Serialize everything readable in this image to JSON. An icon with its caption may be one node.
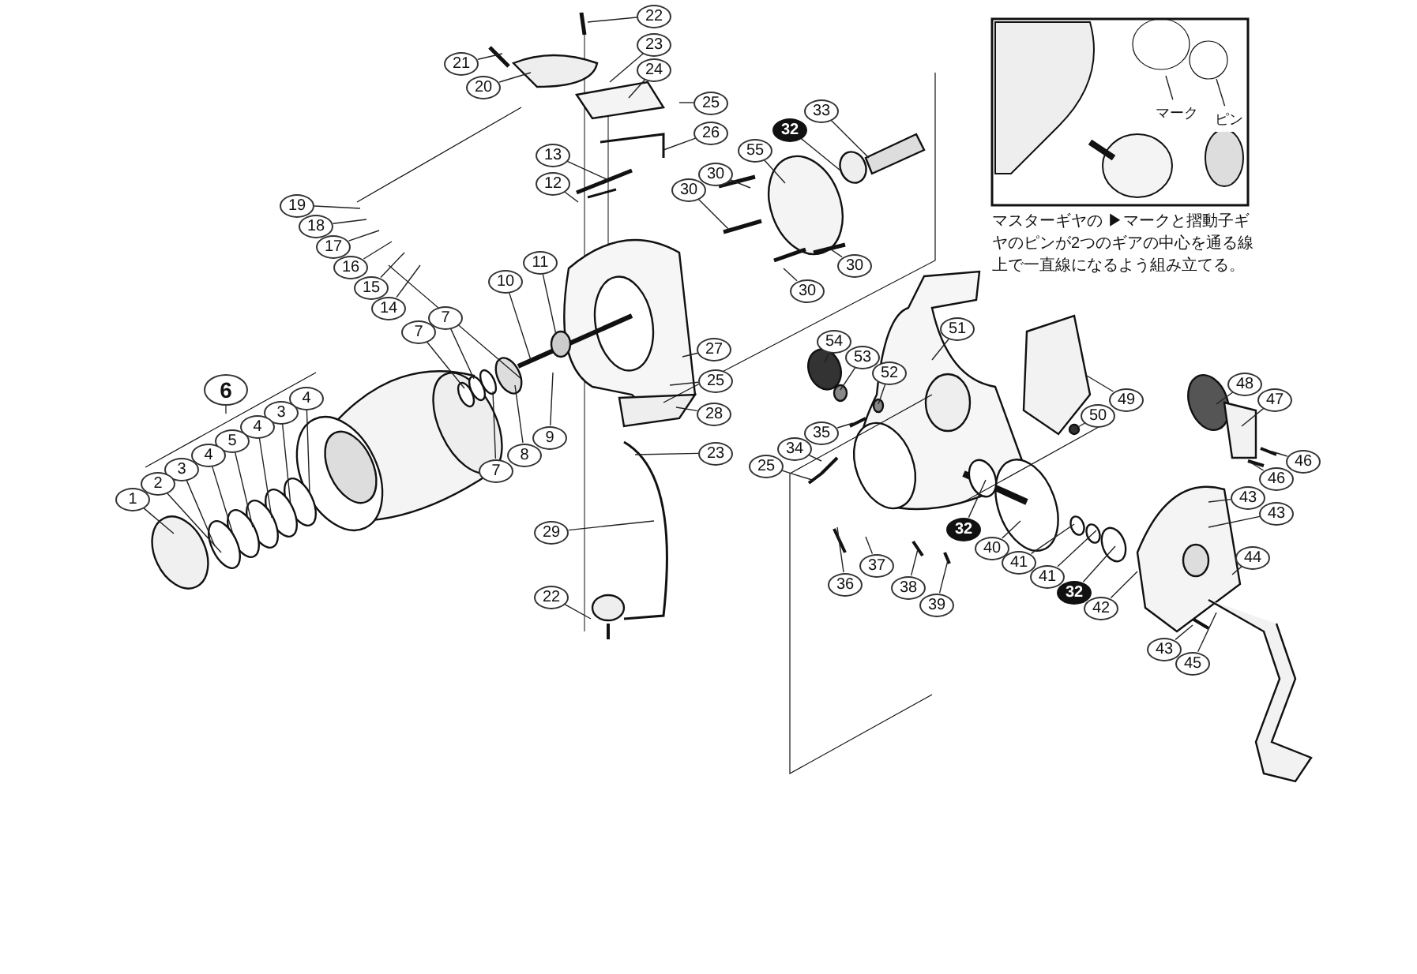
{
  "diagram": {
    "nodes": [
      {
        "text": [
          "22"
        ]
      },
      {
        "text": [
          "21"
        ]
      },
      {
        "text": [
          "23"
        ]
      },
      {
        "text": [
          "24"
        ]
      },
      {
        "text": [
          "20"
        ]
      },
      {
        "text": [
          "25"
        ]
      },
      {
        "text": [
          "26"
        ]
      },
      {
        "text": [
          "33"
        ]
      },
      {
        "text": [
          "32"
        ]
      },
      {
        "text": [
          "55"
        ]
      },
      {
        "text": [
          "13"
        ]
      },
      {
        "text": [
          "30"
        ]
      },
      {
        "text": [
          "12"
        ]
      },
      {
        "text": [
          "30"
        ]
      },
      {
        "text": [
          "19"
        ]
      },
      {
        "text": [
          "18"
        ]
      },
      {
        "text": [
          "17"
        ]
      },
      {
        "text": [
          "16"
        ]
      },
      {
        "text": [
          "11"
        ]
      },
      {
        "text": [
          "30"
        ]
      },
      {
        "text": [
          "10"
        ]
      },
      {
        "text": [
          "30"
        ]
      },
      {
        "text": [
          "15"
        ]
      },
      {
        "text": [
          "14"
        ]
      },
      {
        "text": [
          "51"
        ]
      },
      {
        "text": [
          "7"
        ]
      },
      {
        "text": [
          "7"
        ]
      },
      {
        "text": [
          "54"
        ]
      },
      {
        "text": [
          "27"
        ]
      },
      {
        "text": [
          "53"
        ]
      },
      {
        "text": [
          "52"
        ]
      },
      {
        "text": [
          "25"
        ]
      },
      {
        "text": [
          "6"
        ]
      },
      {
        "text": [
          "4"
        ]
      },
      {
        "text": [
          "49"
        ]
      },
      {
        "text": [
          "3"
        ]
      },
      {
        "text": [
          "28"
        ]
      },
      {
        "text": [
          "50"
        ]
      },
      {
        "text": [
          "48"
        ]
      },
      {
        "text": [
          "47"
        ]
      },
      {
        "text": [
          "4"
        ]
      },
      {
        "text": [
          "35"
        ]
      },
      {
        "text": [
          "5"
        ]
      },
      {
        "text": [
          "9"
        ]
      },
      {
        "text": [
          "34"
        ]
      },
      {
        "text": [
          "8"
        ]
      },
      {
        "text": [
          "4"
        ]
      },
      {
        "text": [
          "46"
        ]
      },
      {
        "text": [
          "25"
        ]
      },
      {
        "text": [
          "3"
        ]
      },
      {
        "text": [
          "7"
        ]
      },
      {
        "text": [
          "23"
        ]
      },
      {
        "text": [
          "46"
        ]
      },
      {
        "text": [
          "2"
        ]
      },
      {
        "text": [
          "43"
        ]
      },
      {
        "text": [
          "1"
        ]
      },
      {
        "text": [
          "43"
        ]
      },
      {
        "text": [
          "32"
        ]
      },
      {
        "text": [
          "29"
        ]
      },
      {
        "text": [
          "40"
        ]
      },
      {
        "text": [
          "44"
        ]
      },
      {
        "text": [
          "41"
        ]
      },
      {
        "text": [
          "37"
        ]
      },
      {
        "text": [
          "41"
        ]
      },
      {
        "text": [
          "36"
        ]
      },
      {
        "text": [
          "38"
        ]
      },
      {
        "text": [
          "32"
        ]
      },
      {
        "text": [
          "39"
        ]
      },
      {
        "text": [
          "22"
        ]
      },
      {
        "text": [
          "42"
        ]
      },
      {
        "text": [
          "43"
        ]
      },
      {
        "text": [
          "45"
        ]
      },
      {
        "text": [
          "マーク"
        ]
      },
      {
        "text": [
          "ピン"
        ]
      }
    ],
    "edges": [
      {
        "from": 0,
        "to": null,
        "arrow": "none"
      },
      {
        "from": 1,
        "to": null,
        "arrow": "none"
      },
      {
        "from": 2,
        "to": null,
        "arrow": "none"
      },
      {
        "from": 3,
        "to": null,
        "arrow": "none"
      },
      {
        "from": 4,
        "to": null,
        "arrow": "none"
      },
      {
        "from": 5,
        "to": null,
        "arrow": "none"
      },
      {
        "from": 6,
        "to": null,
        "arrow": "none"
      },
      {
        "from": 7,
        "to": null,
        "arrow": "none"
      },
      {
        "from": 8,
        "to": null,
        "arrow": "none"
      },
      {
        "from": 9,
        "to": null,
        "arrow": "none"
      },
      {
        "from": 10,
        "to": null,
        "arrow": "none"
      },
      {
        "from": 11,
        "to": null,
        "arrow": "none"
      },
      {
        "from": 12,
        "to": null,
        "arrow": "none"
      },
      {
        "from": 13,
        "to": null,
        "arrow": "none"
      },
      {
        "from": 14,
        "to": null,
        "arrow": "none"
      },
      {
        "from": 15,
        "to": null,
        "arrow": "none"
      },
      {
        "from": 16,
        "to": null,
        "arrow": "none"
      },
      {
        "from": 17,
        "to": null,
        "arrow": "none"
      },
      {
        "from": 18,
        "to": null,
        "arrow": "none"
      },
      {
        "from": 19,
        "to": null,
        "arrow": "none"
      },
      {
        "from": 20,
        "to": null,
        "arrow": "none"
      },
      {
        "from": 21,
        "to": null,
        "arrow": "none"
      },
      {
        "from": 22,
        "to": null,
        "arrow": "none"
      },
      {
        "from": 23,
        "to": null,
        "arrow": "none"
      },
      {
        "from": 24,
        "to": null,
        "arrow": "none"
      },
      {
        "from": 25,
        "to": null,
        "arrow": "none"
      },
      {
        "from": 26,
        "to": null,
        "arrow": "none"
      },
      {
        "from": 27,
        "to": null,
        "arrow": "none"
      },
      {
        "from": 28,
        "to": null,
        "arrow": "none"
      },
      {
        "from": 29,
        "to": null,
        "arrow": "none"
      },
      {
        "from": 30,
        "to": null,
        "arrow": "none"
      },
      {
        "from": 31,
        "to": null,
        "arrow": "none"
      },
      {
        "from": 33,
        "to": null,
        "arrow": "none"
      },
      {
        "from": 34,
        "to": null,
        "arrow": "none"
      },
      {
        "from": 35,
        "to": null,
        "arrow": "none"
      },
      {
        "from": 36,
        "to": null,
        "arrow": "none"
      },
      {
        "from": 37,
        "to": null,
        "arrow": "none"
      },
      {
        "from": 38,
        "to": null,
        "arrow": "none"
      },
      {
        "from": 39,
        "to": null,
        "arrow": "none"
      },
      {
        "from": 40,
        "to": null,
        "arrow": "none"
      },
      {
        "from": 41,
        "to": null,
        "arrow": "none"
      },
      {
        "from": 42,
        "to": null,
        "arrow": "none"
      },
      {
        "from": 43,
        "to": null,
        "arrow": "none"
      },
      {
        "from": 44,
        "to": null,
        "arrow": "none"
      },
      {
        "from": 45,
        "to": null,
        "arrow": "none"
      },
      {
        "from": 46,
        "to": null,
        "arrow": "none"
      },
      {
        "from": 47,
        "to": null,
        "arrow": "none"
      },
      {
        "from": 48,
        "to": null,
        "arrow": "none"
      },
      {
        "from": 49,
        "to": null,
        "arrow": "none"
      },
      {
        "from": 50,
        "to": null,
        "arrow": "none"
      },
      {
        "from": 51,
        "to": null,
        "arrow": "none"
      },
      {
        "from": 52,
        "to": null,
        "arrow": "none"
      },
      {
        "from": 53,
        "to": null,
        "arrow": "none"
      },
      {
        "from": 54,
        "to": null,
        "arrow": "none"
      },
      {
        "from": 55,
        "to": null,
        "arrow": "none"
      },
      {
        "from": 56,
        "to": null,
        "arrow": "none"
      },
      {
        "from": 57,
        "to": null,
        "arrow": "none"
      },
      {
        "from": 58,
        "to": null,
        "arrow": "none"
      },
      {
        "from": 59,
        "to": null,
        "arrow": "none"
      },
      {
        "from": 60,
        "to": null,
        "arrow": "none"
      },
      {
        "from": 61,
        "to": null,
        "arrow": "none"
      },
      {
        "from": 62,
        "to": null,
        "arrow": "none"
      },
      {
        "from": 63,
        "to": null,
        "arrow": "none"
      },
      {
        "from": 64,
        "to": null,
        "arrow": "none"
      },
      {
        "from": 65,
        "to": null,
        "arrow": "none"
      },
      {
        "from": 66,
        "to": null,
        "arrow": "none"
      },
      {
        "from": 67,
        "to": null,
        "arrow": "none"
      },
      {
        "from": 68,
        "to": null,
        "arrow": "none"
      },
      {
        "from": 69,
        "to": null,
        "arrow": "none"
      },
      {
        "from": 70,
        "to": null,
        "arrow": "none"
      },
      {
        "from": 71,
        "to": null,
        "arrow": "none"
      },
      {
        "from": 72,
        "to": null,
        "arrow": "none"
      },
      {
        "from": 73,
        "to": null,
        "arrow": "none"
      }
    ],
    "labels": [
      "マスターギヤの ▶マークと摺動子ギヤのピンが2つのギアの中心を通る線上で一直線になるよう組み立てる。"
    ]
  }
}
